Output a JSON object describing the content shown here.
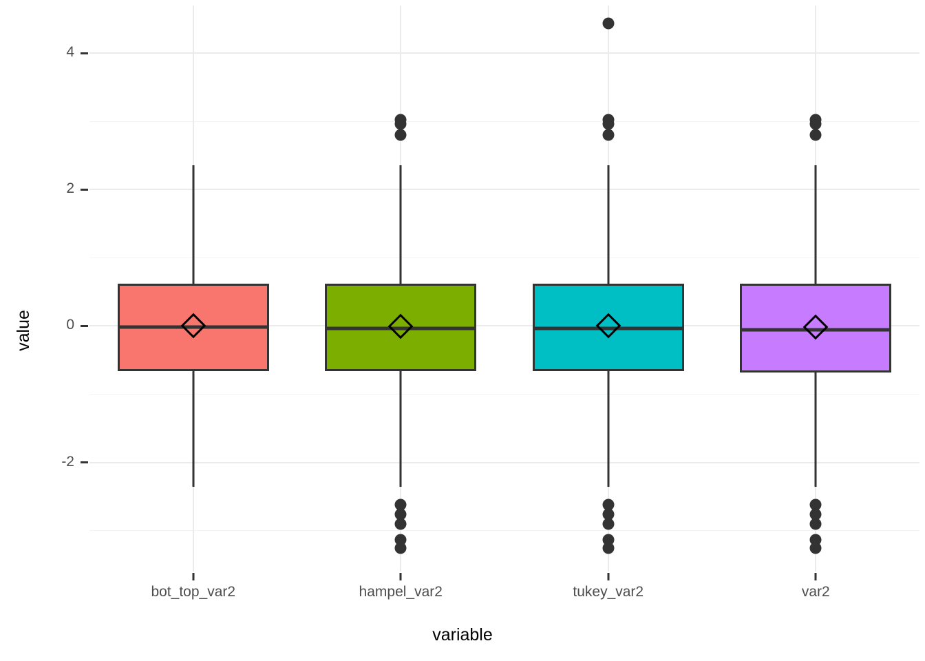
{
  "chart_data": {
    "type": "box",
    "title": "",
    "xlabel": "variable",
    "ylabel": "value",
    "grid": true,
    "legend": "none",
    "ylim": [
      -3.6,
      4.7
    ],
    "y_ticks": [
      4,
      2,
      0,
      -2
    ],
    "y_tick_labels": [
      "4",
      "2",
      "0",
      "-2"
    ],
    "y_minor_ticks": [
      3,
      1,
      -1,
      -3
    ],
    "categories": [
      "bot_top_var2",
      "hampel_var2",
      "tukey_var2",
      "var2"
    ],
    "colors": [
      "#F8766D",
      "#7CAE00",
      "#00BFC4",
      "#C77CFF"
    ],
    "outlier_color": "#333333",
    "box_border_color": "#333333",
    "mean_marker": "diamond",
    "panel_background": "#FFFFFF",
    "gridline_color": "#EBEBEB",
    "axis_text_color": "#4D4D4D",
    "series": [
      {
        "name": "bot_top_var2",
        "color": "#F8766D",
        "min_whisker": -2.36,
        "q1": -0.66,
        "median": -0.02,
        "q3": 0.62,
        "max_whisker": 2.36,
        "mean": 0.0,
        "outliers": []
      },
      {
        "name": "hampel_var2",
        "color": "#7CAE00",
        "min_whisker": -2.36,
        "q1": -0.66,
        "median": -0.04,
        "q3": 0.62,
        "max_whisker": 2.36,
        "mean": -0.01,
        "outliers": [
          3.02,
          2.96,
          2.8,
          -2.62,
          -2.76,
          -2.9,
          -3.14,
          -3.26
        ]
      },
      {
        "name": "tukey_var2",
        "color": "#00BFC4",
        "min_whisker": -2.36,
        "q1": -0.66,
        "median": -0.04,
        "q3": 0.62,
        "max_whisker": 2.36,
        "mean": 0.0,
        "outliers": [
          4.44,
          3.02,
          2.96,
          2.8,
          -2.62,
          -2.76,
          -2.9,
          -3.14,
          -3.26
        ]
      },
      {
        "name": "var2",
        "color": "#C77CFF",
        "min_whisker": -2.36,
        "q1": -0.68,
        "median": -0.06,
        "q3": 0.62,
        "max_whisker": 2.36,
        "mean": -0.02,
        "outliers": [
          3.02,
          2.96,
          2.8,
          -2.62,
          -2.76,
          -2.9,
          -3.14,
          -3.26
        ]
      }
    ]
  }
}
